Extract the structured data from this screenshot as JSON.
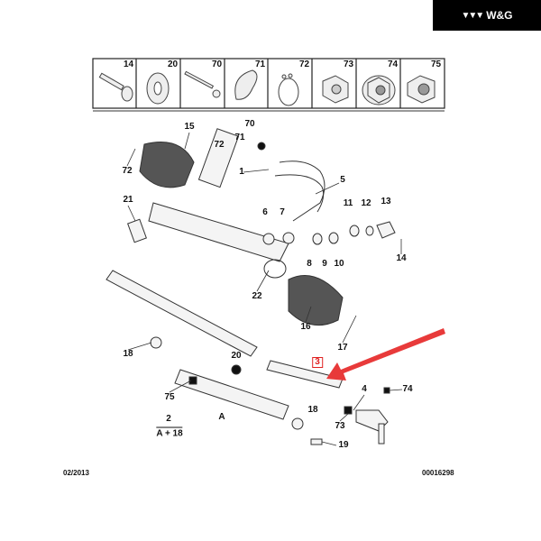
{
  "brand": {
    "name": "W&G",
    "logo_icon": "triple-chevron-logo"
  },
  "legend_strip": [
    "14",
    "20",
    "70",
    "71",
    "72",
    "73",
    "74",
    "75"
  ],
  "callouts": {
    "c15": "15",
    "c70": "70",
    "c71": "71",
    "c72a": "72",
    "c72b": "72",
    "c1": "1",
    "c5": "5",
    "c21": "21",
    "c6": "6",
    "c7": "7",
    "c11": "11",
    "c12": "12",
    "c13": "13",
    "c14": "14",
    "c8": "8",
    "c9": "9",
    "c10": "10",
    "c22": "22",
    "c16": "16",
    "c17": "17",
    "c18a": "18",
    "c20": "20",
    "c3": "3",
    "c4": "4",
    "c74": "74",
    "c75": "75",
    "cA": "A",
    "c2": "2",
    "cA18": "A + 18",
    "c18b": "18",
    "c73": "73",
    "c19": "19"
  },
  "footer": {
    "date": "02/2013",
    "ref": "00016298"
  },
  "colors": {
    "highlight": "#e02020",
    "line": "#222222"
  }
}
